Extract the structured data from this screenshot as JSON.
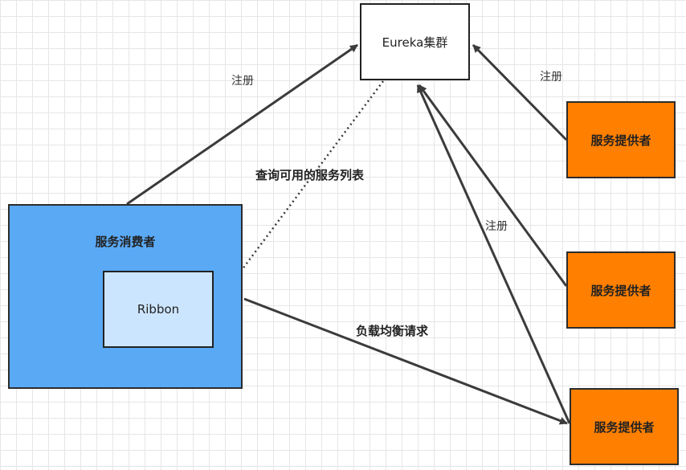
{
  "eureka": {
    "label": "Eureka集群"
  },
  "consumer": {
    "title": "服务消费者",
    "ribbon": "Ribbon"
  },
  "providers": [
    {
      "label": "服务提供者"
    },
    {
      "label": "服务提供者"
    },
    {
      "label": "服务提供者"
    }
  ],
  "edges": {
    "consumer_register": "注册",
    "provider_register_top": "注册",
    "provider_register_mid": "注册",
    "query_services": "查询可用的服务列表",
    "load_balance": "负载均衡请求"
  },
  "colors": {
    "consumer_fill": "#5aa9f5",
    "ribbon_fill": "#cce5ff",
    "provider_fill": "#ff7f00",
    "line": "#3b3b3b"
  }
}
